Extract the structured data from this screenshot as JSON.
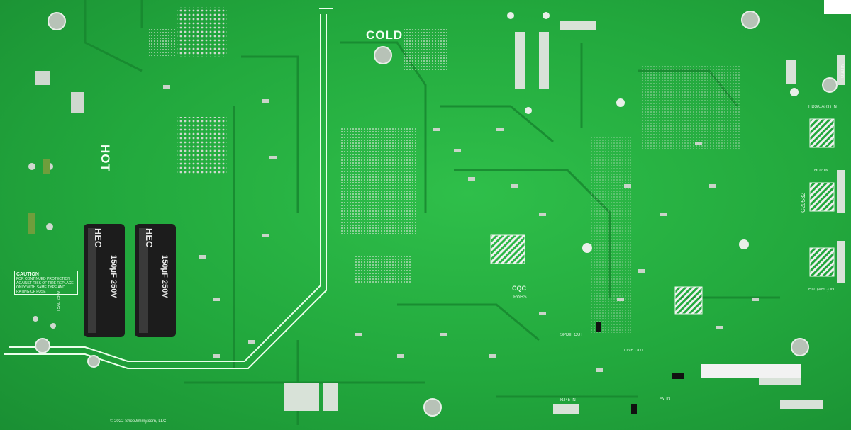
{
  "board": {
    "colors": {
      "pcb": "#22a83d",
      "pcb_dark": "#13722a",
      "silk": "#f4fff4",
      "pad": "#cfd8cf",
      "cap": "#1c1c1c",
      "label": "#f2f2f2"
    },
    "labels": {
      "cold": "COLD",
      "hot": "HOT",
      "caution_title": "CAUTION",
      "caution_line1": "FOR CONTINUED PROTECTION",
      "caution_line2": "AGAINST RISK OF FIRE REPLACE",
      "caution_line3": "ONLY WITH SAME TYPE AND",
      "caution_line4": "RATING OF FUSE",
      "fuse_rating": "T5AL 250V",
      "cap_brand": "HEC",
      "cap_rating": "150μF 250V",
      "usb_in": "USB IN",
      "hdmi1": "HD1(ARC) IN",
      "hdmi2": "HD2 IN",
      "hdmi3": "HD3(UART) IN",
      "line_out": "LINE OUT",
      "av_in": "AV IN",
      "rj45": "RJ45 IN",
      "spdif": "SPDIF OUT",
      "part_no": "C20532",
      "rohs": "RoHS",
      "cqc": "CQC",
      "copyright": "© 2022 ShopJimmy.com, LLC"
    }
  }
}
